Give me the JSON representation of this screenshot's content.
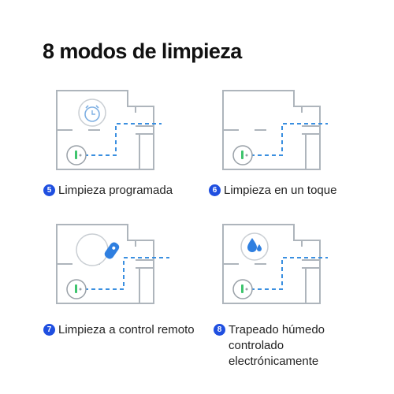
{
  "title": "8 modos de limpieza",
  "colors": {
    "wall": "#aeb5bc",
    "path": "#3a8fe0",
    "badge": "#1f4fe0",
    "robot": "#9aa1a8",
    "robot_dot": "#3ec46d",
    "alarm": "#7fb0e3",
    "remote": "#2f7fe0",
    "drop": "#2f7fe0"
  },
  "modes": [
    {
      "number": "5",
      "label": "Limpieza programada",
      "icon": "alarm-clock-icon"
    },
    {
      "number": "6",
      "label": "Limpieza en un toque",
      "icon": ""
    },
    {
      "number": "7",
      "label": "Limpieza a control remoto",
      "icon": "remote-control-icon"
    },
    {
      "number": "8",
      "label": "Trapeado húmedo\ncontrolado\nelectrónicamente",
      "icon": "water-drop-icon"
    }
  ]
}
